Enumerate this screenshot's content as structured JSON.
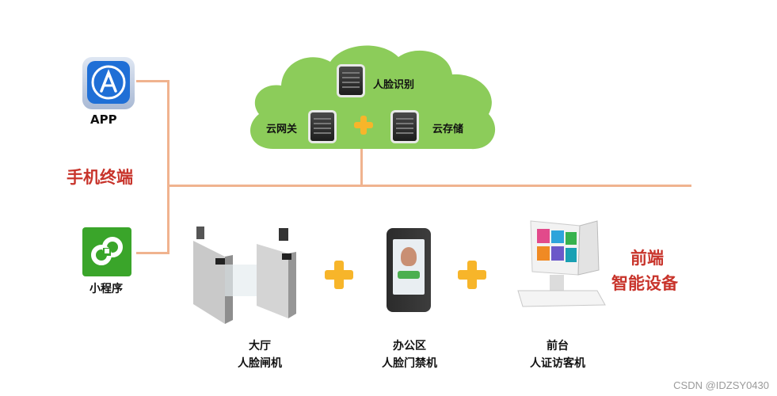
{
  "left": {
    "app_label": "APP",
    "phone_label": "手机终端",
    "miniprogram_label": "小程序"
  },
  "cloud": {
    "face_recognition": "人脸识别",
    "gateway": "云网关",
    "storage": "云存储"
  },
  "devices": {
    "front_title_line1": "前端",
    "front_title_line2": "智能设备",
    "gate": {
      "line1": "大厅",
      "line2": "人脸闸机"
    },
    "access": {
      "line1": "办公区",
      "line2": "人脸门禁机"
    },
    "visitor": {
      "line1": "前台",
      "line2": "人证访客机"
    }
  },
  "watermark": "CSDN @IDZSY0430",
  "colors": {
    "line": "#f0b38f",
    "cloud": "#8ccc5a",
    "plus": "#f7b52a",
    "red": "#c8342b",
    "app_blue": "#1f6fd6",
    "mini_green": "#3aa52a"
  }
}
